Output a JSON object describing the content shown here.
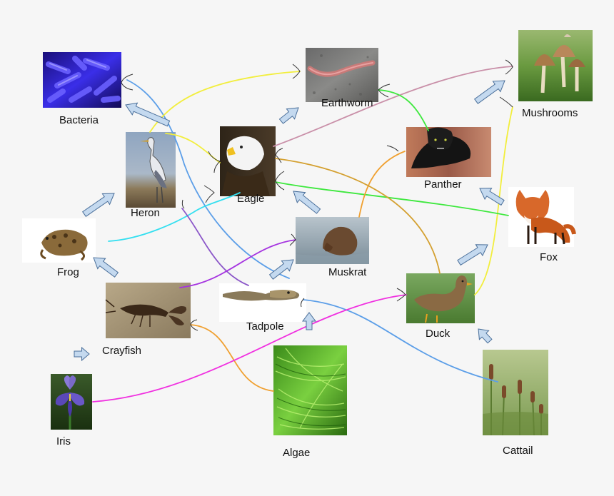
{
  "organisms": {
    "bacteria": "Bacteria",
    "heron": "Heron",
    "eagle": "Eagle",
    "earthworm": "Earthworm",
    "mushrooms": "Mushrooms",
    "panther": "Panther",
    "fox": "Fox",
    "frog": "Frog",
    "muskrat": "Muskrat",
    "tadpole": "Tadpole",
    "crayfish": "Crayfish",
    "duck": "Duck",
    "iris": "Iris",
    "algae": "Algae",
    "cattail": "Cattail"
  },
  "link_colors": {
    "blue": "#5b9ee8",
    "yellow": "#f2ee3c",
    "pink": "#c98fa8",
    "green": "#3ee83e",
    "cyan": "#33dff0",
    "purple": "#8a55c8",
    "violet": "#a533e0",
    "orange": "#f0a030",
    "gold": "#d4a030",
    "magenta": "#f030e0"
  },
  "arrow_fill": "#c4d9ef",
  "arrow_stroke": "#4a6f9a"
}
